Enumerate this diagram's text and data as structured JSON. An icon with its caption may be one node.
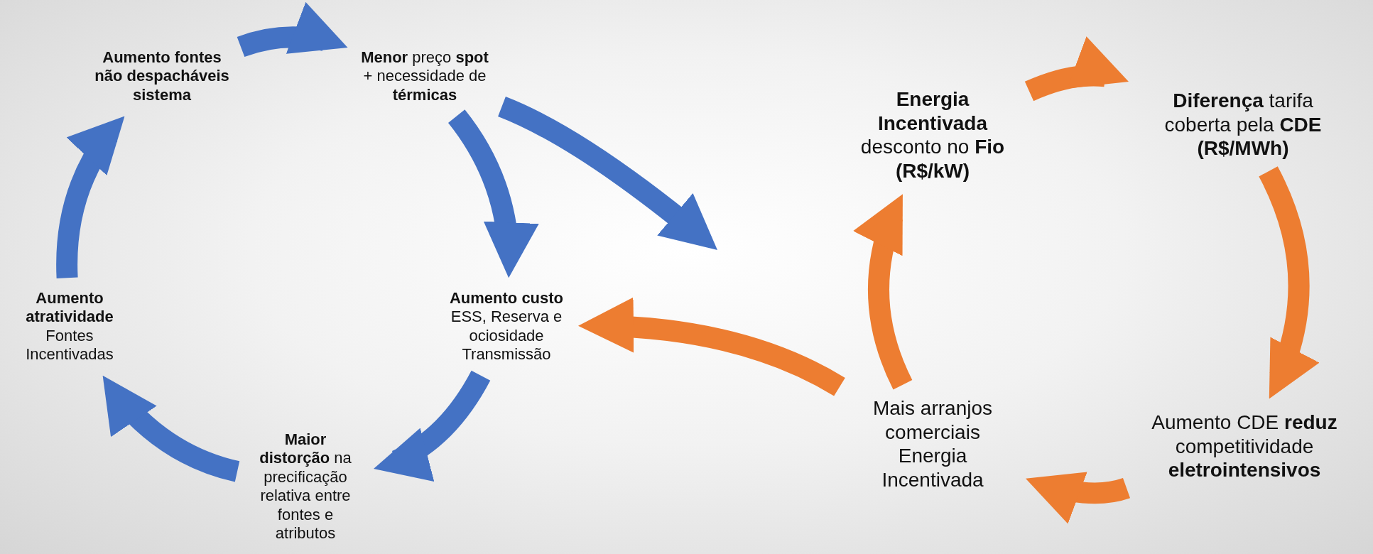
{
  "diagram": {
    "nodes": [
      {
        "text": [
          "Aumento fontes não despacháveis sistema"
        ]
      },
      {
        "text": [
          "**Menor** preço **spot** + necessidade de **térmicas**"
        ]
      },
      {
        "text": [
          "**Aumento custo** ESS, Reserva e ociosidade Transmissão"
        ]
      },
      {
        "text": [
          "**Maior distorção** na precificação relativa entre fontes e atributos"
        ]
      },
      {
        "text": [
          "**Aumento atratividade** Fontes Incentivadas"
        ]
      },
      {
        "text": [
          "**Energia Incentivada** desconto no **Fio (R$/kW)**"
        ]
      },
      {
        "text": [
          "**Diferença** tarifa coberta pela **CDE (R$/MWh)**"
        ]
      },
      {
        "text": [
          "Aumento CDE **reduz** competitividade **eletrointensivos**"
        ]
      },
      {
        "text": [
          "Mais arranjos comerciais Energia Incentivada"
        ]
      }
    ],
    "edges": [
      {
        "from": 0,
        "to": 1,
        "arrow": "to"
      },
      {
        "from": 1,
        "to": 2,
        "arrow": "to"
      },
      {
        "from": 2,
        "to": 3,
        "arrow": "to"
      },
      {
        "from": 3,
        "to": 4,
        "arrow": "to"
      },
      {
        "from": 4,
        "to": 0,
        "arrow": "to"
      },
      {
        "from": 1,
        "to": null,
        "arrow": "to"
      },
      {
        "from": 5,
        "to": 6,
        "arrow": "to",
        "color": "#ed7d31"
      },
      {
        "from": 6,
        "to": 7,
        "arrow": "to",
        "color": "#ed7d31"
      },
      {
        "from": 7,
        "to": 8,
        "arrow": "to",
        "color": "#ed7d31"
      },
      {
        "from": 8,
        "to": 5,
        "arrow": "to",
        "color": "#ed7d31"
      },
      {
        "from": 8,
        "to": 2,
        "arrow": "to",
        "color": "#ed7d31"
      }
    ]
  }
}
